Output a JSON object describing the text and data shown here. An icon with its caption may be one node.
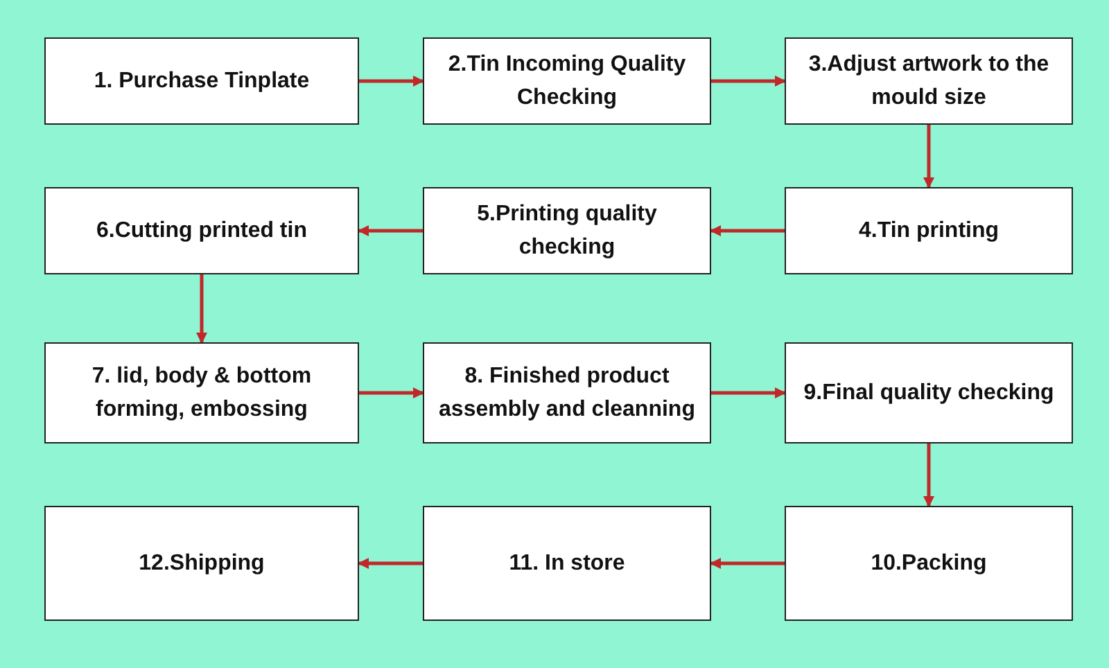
{
  "diagram": {
    "nodes": [
      {
        "text": [
          "1. Purchase Tinplate"
        ]
      },
      {
        "text": [
          "2.Tin Incoming Quality Checking"
        ]
      },
      {
        "text": [
          "3.Adjust artwork to the mould size"
        ]
      },
      {
        "text": [
          "4.Tin printing"
        ]
      },
      {
        "text": [
          "5.Printing quality checking"
        ]
      },
      {
        "text": [
          "6.Cutting printed tin"
        ]
      },
      {
        "text": [
          "7. lid, body & bottom forming, embossing"
        ]
      },
      {
        "text": [
          "8. Finished product assembly and cleanning"
        ]
      },
      {
        "text": [
          "9.Final quality checking"
        ]
      },
      {
        "text": [
          "10.Packing"
        ]
      },
      {
        "text": [
          "11. In store"
        ]
      },
      {
        "text": [
          "12.Shipping"
        ]
      }
    ],
    "edges": [
      {
        "from": 0,
        "to": 1,
        "arrow": "to"
      },
      {
        "from": 1,
        "to": 2,
        "arrow": "to"
      },
      {
        "from": 2,
        "to": 3,
        "arrow": "to"
      },
      {
        "from": 3,
        "to": 4,
        "arrow": "to"
      },
      {
        "from": 4,
        "to": 5,
        "arrow": "to"
      },
      {
        "from": 5,
        "to": 6,
        "arrow": "to"
      },
      {
        "from": 6,
        "to": 7,
        "arrow": "to"
      },
      {
        "from": 7,
        "to": 8,
        "arrow": "to"
      },
      {
        "from": 8,
        "to": 9,
        "arrow": "to"
      },
      {
        "from": 9,
        "to": 10,
        "arrow": "to"
      },
      {
        "from": 10,
        "to": 11,
        "arrow": "to"
      }
    ]
  }
}
